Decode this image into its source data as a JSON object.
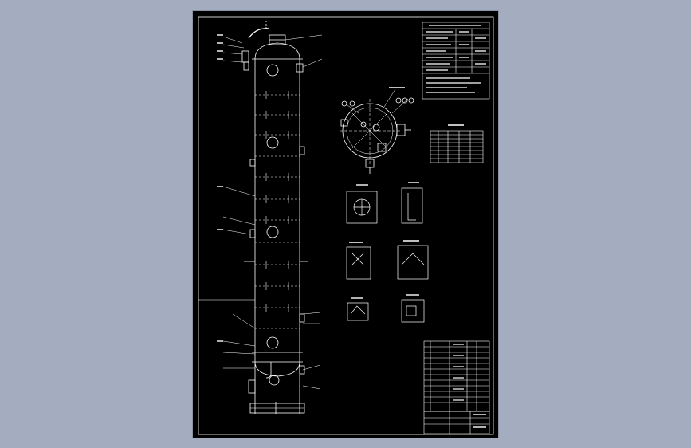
{
  "viewer": {
    "background_color": "#a3adbf",
    "sheet_color": "#000000",
    "line_color": "#ffffff"
  },
  "drawing": {
    "views": [
      {
        "name": "column-elevation"
      },
      {
        "name": "nozzle-orientation-plan"
      },
      {
        "name": "detail-views"
      },
      {
        "name": "technical-data-table"
      },
      {
        "name": "nozzle-schedule"
      },
      {
        "name": "parts-list"
      },
      {
        "name": "title-block"
      }
    ]
  }
}
